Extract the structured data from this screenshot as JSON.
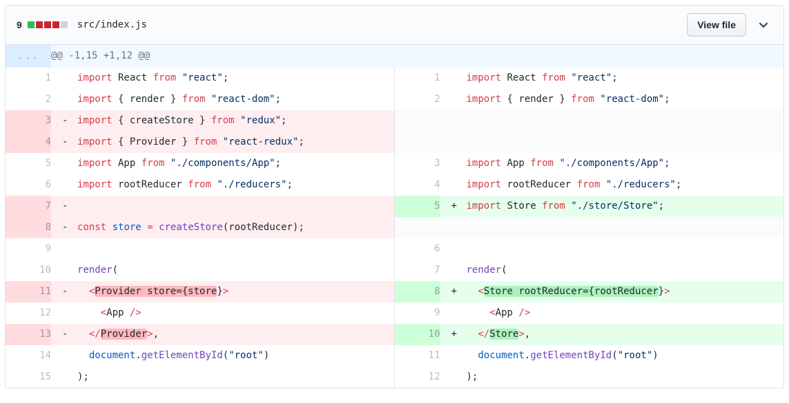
{
  "header": {
    "changes_count": "9",
    "diffstat_blocks": [
      "added",
      "deleted",
      "deleted",
      "deleted",
      "neutral"
    ],
    "file_path": "src/index.js",
    "view_file_label": "View file"
  },
  "hunk": {
    "gutter": "...",
    "text": "@@ -1,15 +1,12 @@"
  },
  "colors": {
    "removed_line_bg": "#ffeef0",
    "removed_gutter_bg": "#ffdce0",
    "removed_word_bg": "#fdb8c0",
    "added_line_bg": "#e6ffed",
    "added_gutter_bg": "#cdffd8",
    "added_word_bg": "#acf2bd",
    "hunk_bg": "#f1f8ff",
    "hunk_gutter_bg": "#dbedff",
    "filler_bg": "#fafbfc",
    "keyword": "#d73a49",
    "string": "#032f62",
    "function": "#6f42c1",
    "variable": "#005cc5",
    "plain": "#24292e",
    "diffstat_added": "#2cbe4e",
    "diffstat_deleted": "#cb2431",
    "diffstat_neutral": "#d1d5da"
  },
  "rows": [
    {
      "left": {
        "num": "1",
        "type": "ctx",
        "tokens": [
          [
            "k",
            "import"
          ],
          [
            "p",
            " React "
          ],
          [
            "k",
            "from"
          ],
          [
            "p",
            " "
          ],
          [
            "s",
            "\"react\""
          ],
          [
            "p",
            ";"
          ]
        ]
      },
      "right": {
        "num": "1",
        "type": "ctx",
        "tokens": [
          [
            "k",
            "import"
          ],
          [
            "p",
            " React "
          ],
          [
            "k",
            "from"
          ],
          [
            "p",
            " "
          ],
          [
            "s",
            "\"react\""
          ],
          [
            "p",
            ";"
          ]
        ]
      }
    },
    {
      "left": {
        "num": "2",
        "type": "ctx",
        "tokens": [
          [
            "k",
            "import"
          ],
          [
            "p",
            " { render } "
          ],
          [
            "k",
            "from"
          ],
          [
            "p",
            " "
          ],
          [
            "s",
            "\"react-dom\""
          ],
          [
            "p",
            ";"
          ]
        ]
      },
      "right": {
        "num": "2",
        "type": "ctx",
        "tokens": [
          [
            "k",
            "import"
          ],
          [
            "p",
            " { render } "
          ],
          [
            "k",
            "from"
          ],
          [
            "p",
            " "
          ],
          [
            "s",
            "\"react-dom\""
          ],
          [
            "p",
            ";"
          ]
        ]
      }
    },
    {
      "left": {
        "num": "3",
        "type": "del",
        "tokens": [
          [
            "k",
            "import"
          ],
          [
            "p",
            " { createStore } "
          ],
          [
            "k",
            "from"
          ],
          [
            "p",
            " "
          ],
          [
            "s",
            "\"redux\""
          ],
          [
            "p",
            ";"
          ]
        ]
      },
      "right": {
        "type": "filler"
      }
    },
    {
      "left": {
        "num": "4",
        "type": "del",
        "tokens": [
          [
            "k",
            "import"
          ],
          [
            "p",
            " { Provider } "
          ],
          [
            "k",
            "from"
          ],
          [
            "p",
            " "
          ],
          [
            "s",
            "\"react-redux\""
          ],
          [
            "p",
            ";"
          ]
        ]
      },
      "right": {
        "type": "filler"
      }
    },
    {
      "left": {
        "num": "5",
        "type": "ctx",
        "tokens": [
          [
            "k",
            "import"
          ],
          [
            "p",
            " App "
          ],
          [
            "k",
            "from"
          ],
          [
            "p",
            " "
          ],
          [
            "s",
            "\"./components/App\""
          ],
          [
            "p",
            ";"
          ]
        ]
      },
      "right": {
        "num": "3",
        "type": "ctx",
        "tokens": [
          [
            "k",
            "import"
          ],
          [
            "p",
            " App "
          ],
          [
            "k",
            "from"
          ],
          [
            "p",
            " "
          ],
          [
            "s",
            "\"./components/App\""
          ],
          [
            "p",
            ";"
          ]
        ]
      }
    },
    {
      "left": {
        "num": "6",
        "type": "ctx",
        "tokens": [
          [
            "k",
            "import"
          ],
          [
            "p",
            " rootReducer "
          ],
          [
            "k",
            "from"
          ],
          [
            "p",
            " "
          ],
          [
            "s",
            "\"./reducers\""
          ],
          [
            "p",
            ";"
          ]
        ]
      },
      "right": {
        "num": "4",
        "type": "ctx",
        "tokens": [
          [
            "k",
            "import"
          ],
          [
            "p",
            " rootReducer "
          ],
          [
            "k",
            "from"
          ],
          [
            "p",
            " "
          ],
          [
            "s",
            "\"./reducers\""
          ],
          [
            "p",
            ";"
          ]
        ]
      }
    },
    {
      "left": {
        "num": "7",
        "type": "del",
        "tokens": []
      },
      "right": {
        "num": "5",
        "type": "add",
        "tokens": [
          [
            "k",
            "import"
          ],
          [
            "p",
            " Store "
          ],
          [
            "k",
            "from"
          ],
          [
            "p",
            " "
          ],
          [
            "s",
            "\"./store/Store\""
          ],
          [
            "p",
            ";"
          ]
        ]
      }
    },
    {
      "left": {
        "num": "8",
        "type": "del",
        "tokens": [
          [
            "k",
            "const"
          ],
          [
            "p",
            " "
          ],
          [
            "v",
            "store"
          ],
          [
            "p",
            " "
          ],
          [
            "k",
            "="
          ],
          [
            "p",
            " "
          ],
          [
            "e",
            "createStore"
          ],
          [
            "p",
            "(rootReducer);"
          ]
        ]
      },
      "right": {
        "type": "filler"
      }
    },
    {
      "left": {
        "num": "9",
        "type": "ctx",
        "tokens": []
      },
      "right": {
        "num": "6",
        "type": "ctx",
        "tokens": []
      }
    },
    {
      "left": {
        "num": "10",
        "type": "ctx",
        "tokens": [
          [
            "e",
            "render"
          ],
          [
            "p",
            "("
          ]
        ]
      },
      "right": {
        "num": "7",
        "type": "ctx",
        "tokens": [
          [
            "e",
            "render"
          ],
          [
            "p",
            "("
          ]
        ]
      }
    },
    {
      "left": {
        "num": "11",
        "type": "del",
        "tokens": [
          [
            "p",
            "  "
          ],
          [
            "k",
            "<"
          ],
          [
            "p hl",
            "Provider store={store"
          ],
          [
            "p",
            "}"
          ],
          [
            "k",
            ">"
          ]
        ]
      },
      "right": {
        "num": "8",
        "type": "add",
        "tokens": [
          [
            "p",
            "  "
          ],
          [
            "k",
            "<"
          ],
          [
            "p hl",
            "Store rootReducer={rootReducer"
          ],
          [
            "p",
            "}"
          ],
          [
            "k",
            ">"
          ]
        ]
      }
    },
    {
      "left": {
        "num": "12",
        "type": "ctx",
        "tokens": [
          [
            "p",
            "    "
          ],
          [
            "k",
            "<"
          ],
          [
            "p",
            "App "
          ],
          [
            "k",
            "/>"
          ]
        ]
      },
      "right": {
        "num": "9",
        "type": "ctx",
        "tokens": [
          [
            "p",
            "    "
          ],
          [
            "k",
            "<"
          ],
          [
            "p",
            "App "
          ],
          [
            "k",
            "/>"
          ]
        ]
      }
    },
    {
      "left": {
        "num": "13",
        "type": "del",
        "tokens": [
          [
            "p",
            "  "
          ],
          [
            "k",
            "</"
          ],
          [
            "p hl",
            "Provider"
          ],
          [
            "k",
            ">"
          ],
          [
            "p",
            ","
          ]
        ]
      },
      "right": {
        "num": "10",
        "type": "add",
        "tokens": [
          [
            "p",
            "  "
          ],
          [
            "k",
            "</"
          ],
          [
            "p hl",
            "Store"
          ],
          [
            "k",
            ">"
          ],
          [
            "p",
            ","
          ]
        ]
      }
    },
    {
      "left": {
        "num": "14",
        "type": "ctx",
        "tokens": [
          [
            "p",
            "  "
          ],
          [
            "v",
            "document"
          ],
          [
            "p",
            "."
          ],
          [
            "e",
            "getElementById"
          ],
          [
            "p",
            "("
          ],
          [
            "s",
            "\"root\""
          ],
          [
            "p",
            ")"
          ]
        ]
      },
      "right": {
        "num": "11",
        "type": "ctx",
        "tokens": [
          [
            "p",
            "  "
          ],
          [
            "v",
            "document"
          ],
          [
            "p",
            "."
          ],
          [
            "e",
            "getElementById"
          ],
          [
            "p",
            "("
          ],
          [
            "s",
            "\"root\""
          ],
          [
            "p",
            ")"
          ]
        ]
      }
    },
    {
      "left": {
        "num": "15",
        "type": "ctx",
        "tokens": [
          [
            "p",
            ");"
          ]
        ]
      },
      "right": {
        "num": "12",
        "type": "ctx",
        "tokens": [
          [
            "p",
            ");"
          ]
        ]
      }
    }
  ]
}
